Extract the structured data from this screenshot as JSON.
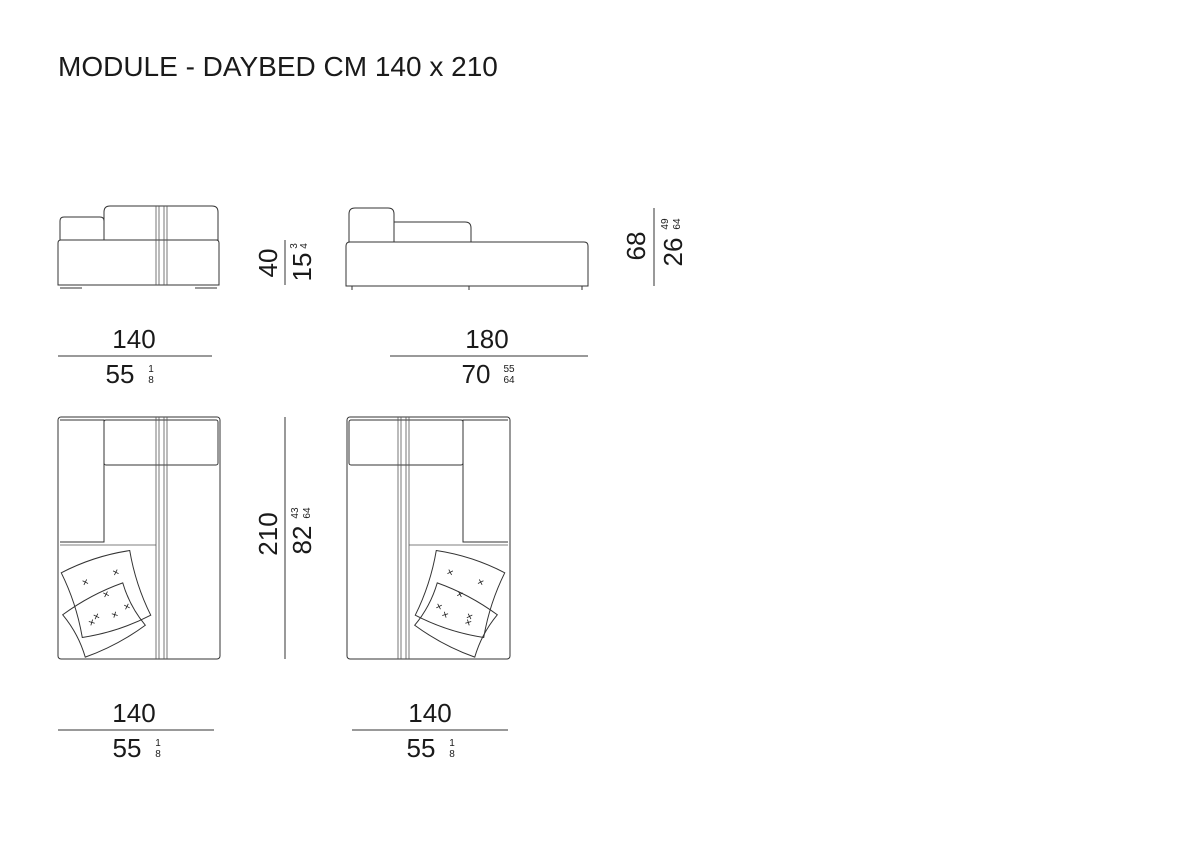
{
  "title": "MODULE - DAYBED CM 140 x 210",
  "colors": {
    "line": "#333333",
    "text": "#1a1a1a"
  },
  "dimensions": {
    "front_width": {
      "cm": "140",
      "in_whole": "55",
      "in_num": "1",
      "in_den": "8"
    },
    "side_length": {
      "cm": "180",
      "in_whole": "70",
      "in_num": "55",
      "in_den": "64"
    },
    "seat_height": {
      "cm": "40",
      "in_whole": "15",
      "in_num": "3",
      "in_den": "4"
    },
    "total_height": {
      "cm": "68",
      "in_whole": "26",
      "in_num": "49",
      "in_den": "64"
    },
    "plan_depth": {
      "cm": "210",
      "in_whole": "82",
      "in_num": "43",
      "in_den": "64"
    },
    "plan_left_width": {
      "cm": "140",
      "in_whole": "55",
      "in_num": "1",
      "in_den": "8"
    },
    "plan_right_width": {
      "cm": "140",
      "in_whole": "55",
      "in_num": "1",
      "in_den": "8"
    }
  }
}
